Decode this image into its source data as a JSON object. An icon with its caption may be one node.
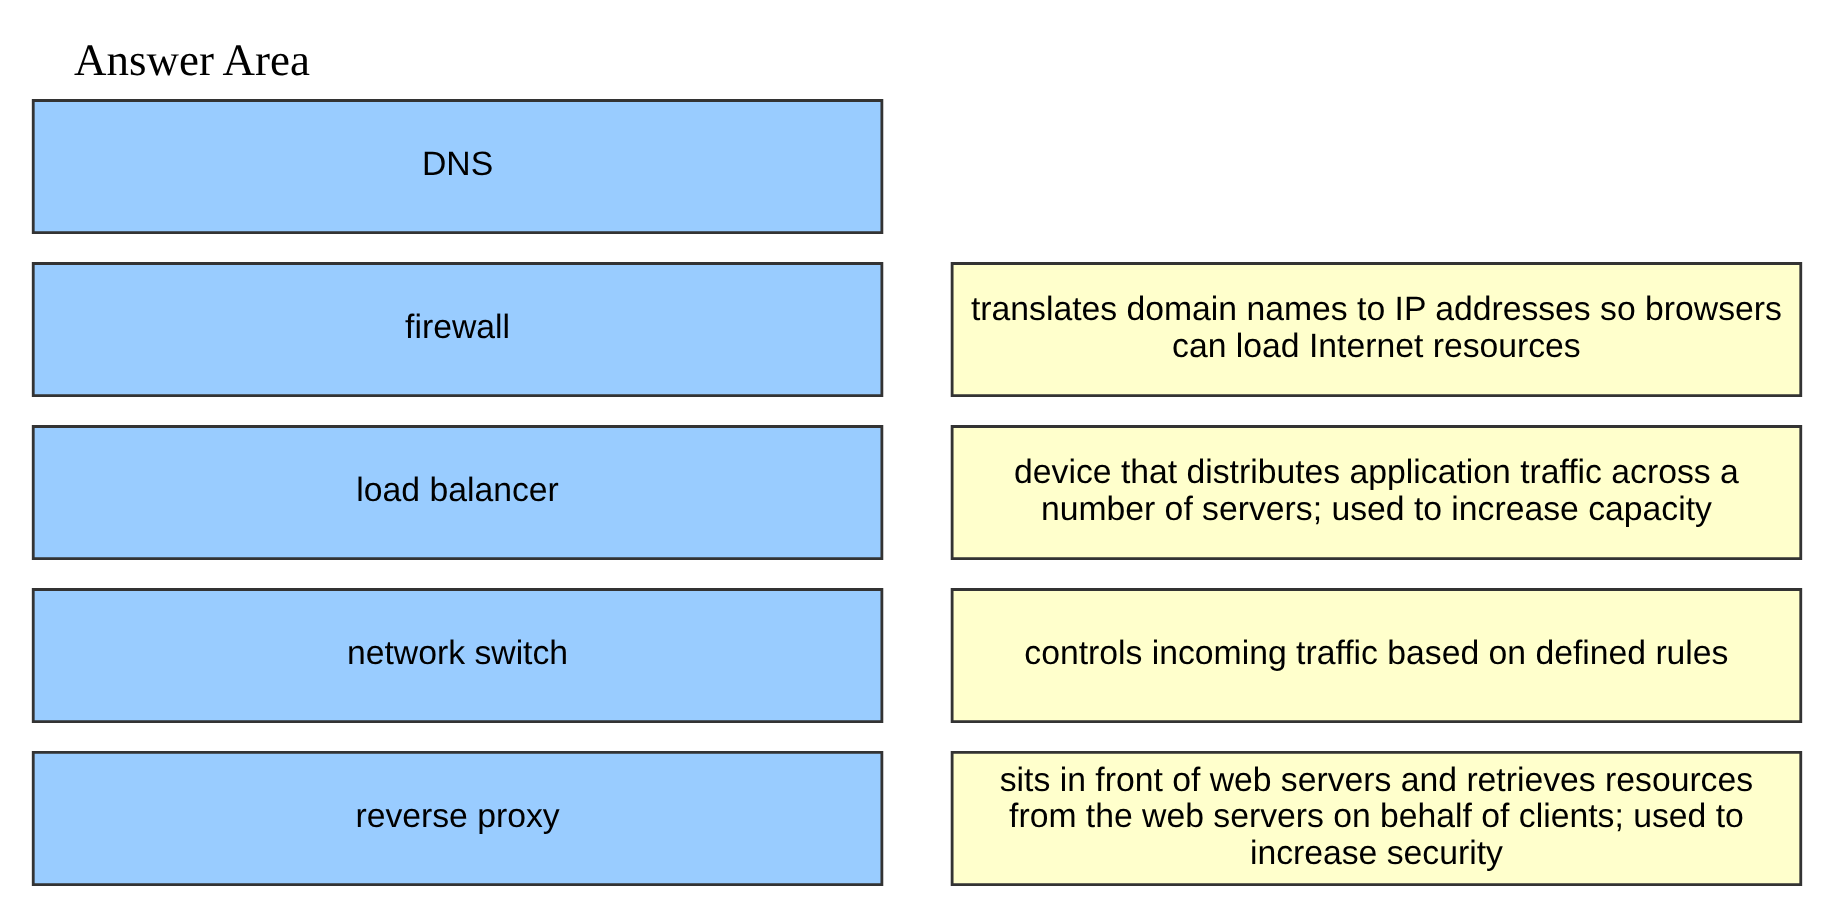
{
  "diagram": {
    "title": "Answer Area",
    "nodes": [
      {
        "text": [
          "reverse proxy"
        ]
      },
      {
        "text": [
          "network switch"
        ]
      },
      {
        "text": [
          "load balancer"
        ]
      },
      {
        "text": [
          "firewall"
        ]
      },
      {
        "text": [
          "DNS"
        ]
      },
      {
        "text": [
          "sits in front of web servers and retrieves resources from the web servers on behalf of clients; used to increase security"
        ]
      },
      {
        "text": [
          "controls incoming traffic based on defined rules"
        ]
      },
      {
        "text": [
          "device that distributes application traffic across a number of servers; used to increase capacity"
        ]
      },
      {
        "text": [
          "translates domain names to IP addresses so browsers can load Internet resources"
        ]
      }
    ]
  }
}
